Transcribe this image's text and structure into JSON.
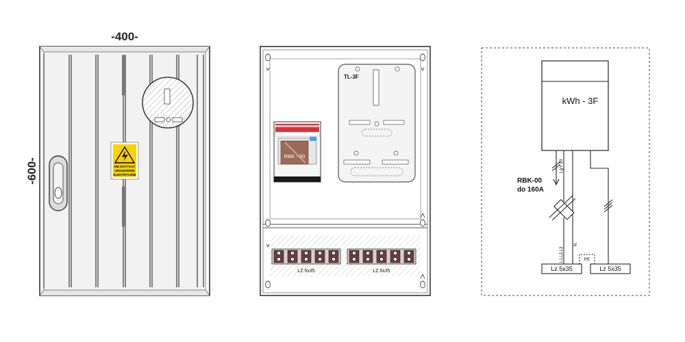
{
  "dimensions": {
    "width_label": "-400-",
    "height_label": "-600-"
  },
  "door": {
    "warning_sign": {
      "icon": "high-voltage-icon",
      "lines": [
        "NIE DOTYKAĆ",
        "URZĄDZENIE",
        "ELEKTRYCZNE"
      ],
      "bg": "#f7d300"
    }
  },
  "interior": {
    "fuse_block": {
      "label": "RBK - 00",
      "accent": "#d9303a",
      "indicator": "#3fa7e0"
    },
    "meter_plate": {
      "label": "TL-3F"
    },
    "terminal_blocks": [
      {
        "label": "LZ 5x35"
      },
      {
        "label": "LZ 5x35"
      }
    ]
  },
  "schematic": {
    "meter_label": "kWh - 3F",
    "fuse_label_1": "RBK-00",
    "fuse_label_2": "do 160A",
    "cable_label": "LgY 10",
    "phase_label": "L1,L2,L3",
    "neutral_label": "N",
    "pe_label": "PE",
    "terminal_left": "Lz 5x35",
    "terminal_right": "Lz 5x35"
  }
}
